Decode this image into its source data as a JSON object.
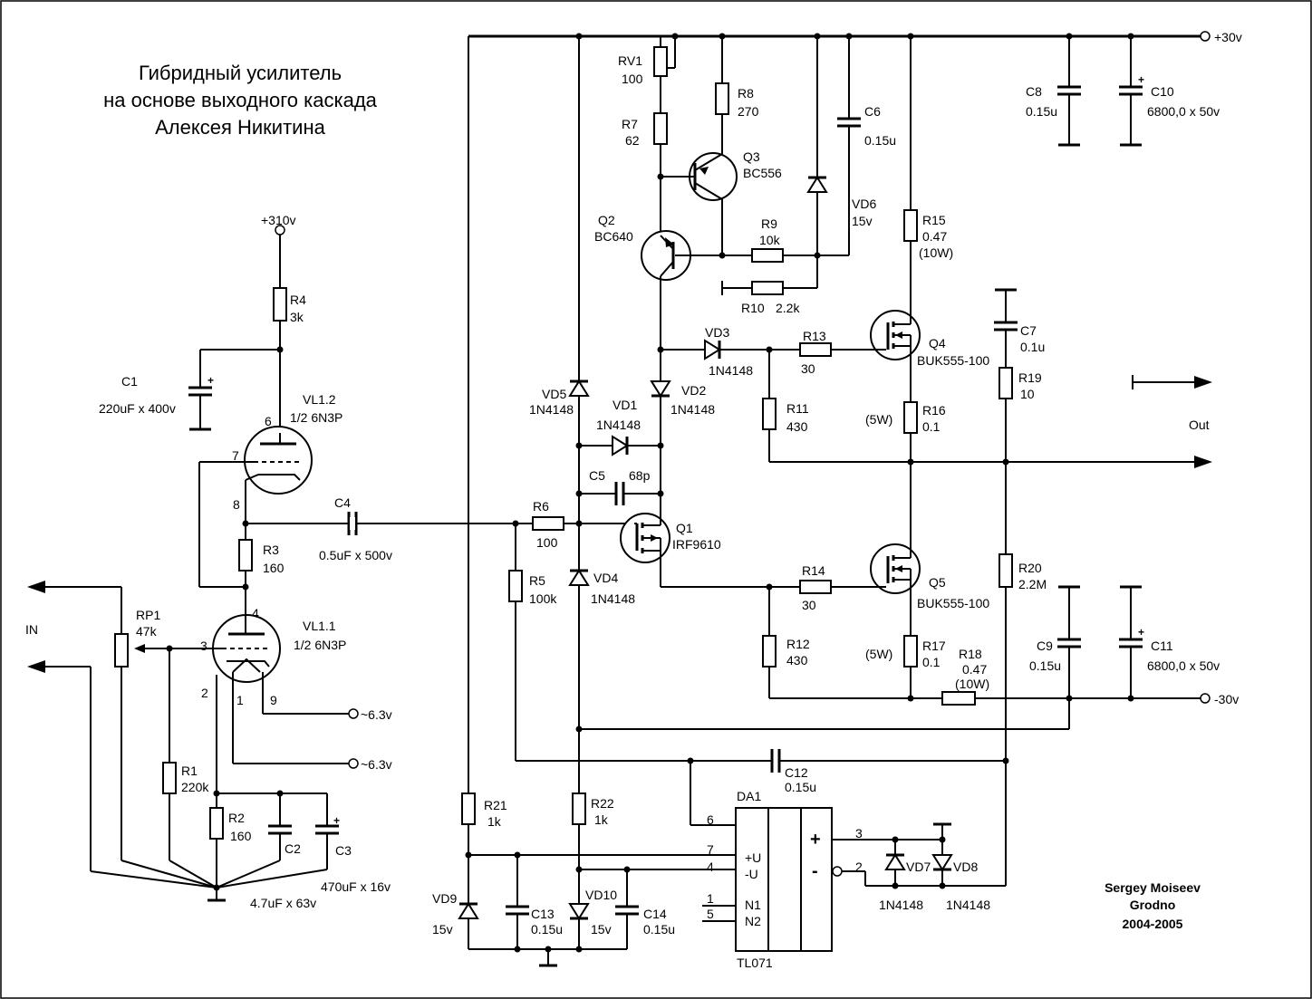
{
  "title": [
    "Гибридный усилитель",
    "на основе выходного каскада",
    "Алексея Никитина"
  ],
  "signature": [
    "Sergey Moiseev",
    "Grodno",
    "2004-2005"
  ],
  "rails": {
    "pos30": "+30v",
    "neg30": "-30v",
    "hv": "+310v",
    "fil1": "~6.3v",
    "fil2": "~6.3v"
  },
  "io": {
    "in": "IN",
    "out": "Out"
  },
  "components": {
    "RV1": [
      "RV1",
      "100"
    ],
    "R7": [
      "R7",
      "62"
    ],
    "R8": [
      "R8",
      "270"
    ],
    "R9": [
      "R9",
      "10k"
    ],
    "R10": [
      "R10",
      "2.2k"
    ],
    "Q3": [
      "Q3",
      "BC556"
    ],
    "Q2": [
      "Q2",
      "BC640"
    ],
    "C6": [
      "C6",
      "0.15u"
    ],
    "VD6": [
      "VD6",
      "15v"
    ],
    "C8": [
      "C8",
      "0.15u"
    ],
    "C10": [
      "C10",
      "6800,0 x 50v"
    ],
    "R15": [
      "R15",
      "0.47",
      "(10W)"
    ],
    "Q4": [
      "Q4",
      "BUK555-100"
    ],
    "R13": [
      "R13",
      "30"
    ],
    "VD3": [
      "VD3",
      "1N4148"
    ],
    "C7": [
      "C7",
      "0.1u"
    ],
    "R19": [
      "R19",
      "10"
    ],
    "R11": [
      "R11",
      "430"
    ],
    "R16": [
      "R16",
      "0.1"
    ],
    "R16W": "(5W)",
    "VD5": [
      "VD5",
      "1N4148"
    ],
    "VD1": [
      "VD1",
      "1N4148"
    ],
    "VD2": [
      "VD2",
      "1N4148"
    ],
    "C5": [
      "C5",
      "68p"
    ],
    "Q1": [
      "Q1",
      "IRF9610"
    ],
    "R6": [
      "R6",
      "100"
    ],
    "R5": [
      "R5",
      "100k"
    ],
    "VD4": [
      "VD4",
      "1N4148"
    ],
    "R14": [
      "R14",
      "30"
    ],
    "Q5": [
      "Q5",
      "BUK555-100"
    ],
    "R20": [
      "R20",
      "2.2M"
    ],
    "R12": [
      "R12",
      "430"
    ],
    "R17": [
      "R17",
      "0.1"
    ],
    "R17W": "(5W)",
    "R18": [
      "R18",
      "0.47",
      "(10W)"
    ],
    "C9": [
      "C9",
      "0.15u"
    ],
    "C11": [
      "C11",
      "6800,0 x 50v"
    ],
    "C12": [
      "C12",
      "0.15u"
    ],
    "DA1": [
      "DA1",
      "TL071"
    ],
    "R21": [
      "R21",
      "1k"
    ],
    "R22": [
      "R22",
      "1k"
    ],
    "VD9": [
      "VD9",
      "15v"
    ],
    "VD10": [
      "VD10",
      "15v"
    ],
    "C13": [
      "C13",
      "0.15u"
    ],
    "C14": [
      "C14",
      "0.15u"
    ],
    "VD7": [
      "VD7",
      "1N4148"
    ],
    "VD8": [
      "VD8",
      "1N4148"
    ],
    "R4": [
      "R4",
      "3k"
    ],
    "C1": [
      "C1",
      "220uF x 400v"
    ],
    "VL12": [
      "VL1.2",
      "1/2 6N3P"
    ],
    "VL11": [
      "VL1.1",
      "1/2 6N3P"
    ],
    "R3": [
      "R3",
      "160"
    ],
    "C4": [
      "C4",
      "0.5uF x 500v"
    ],
    "RP1": [
      "RP1",
      "47k"
    ],
    "R1": [
      "R1",
      "220k"
    ],
    "R2": [
      "R2",
      "160"
    ],
    "C2": "C2",
    "C3": "C3",
    "C2val": "4.7uF x 63v",
    "C3val": "470uF x 16v"
  },
  "pins": {
    "tube_top": [
      "6",
      "7",
      "8"
    ],
    "tube_bot": [
      "4",
      "3",
      "2",
      "1",
      "9"
    ],
    "da1": [
      "6",
      "7",
      "4",
      "1",
      "5",
      "3",
      "2"
    ],
    "da1_text": [
      "+U",
      "-U",
      "N1",
      "N2",
      "+",
      "-"
    ]
  }
}
